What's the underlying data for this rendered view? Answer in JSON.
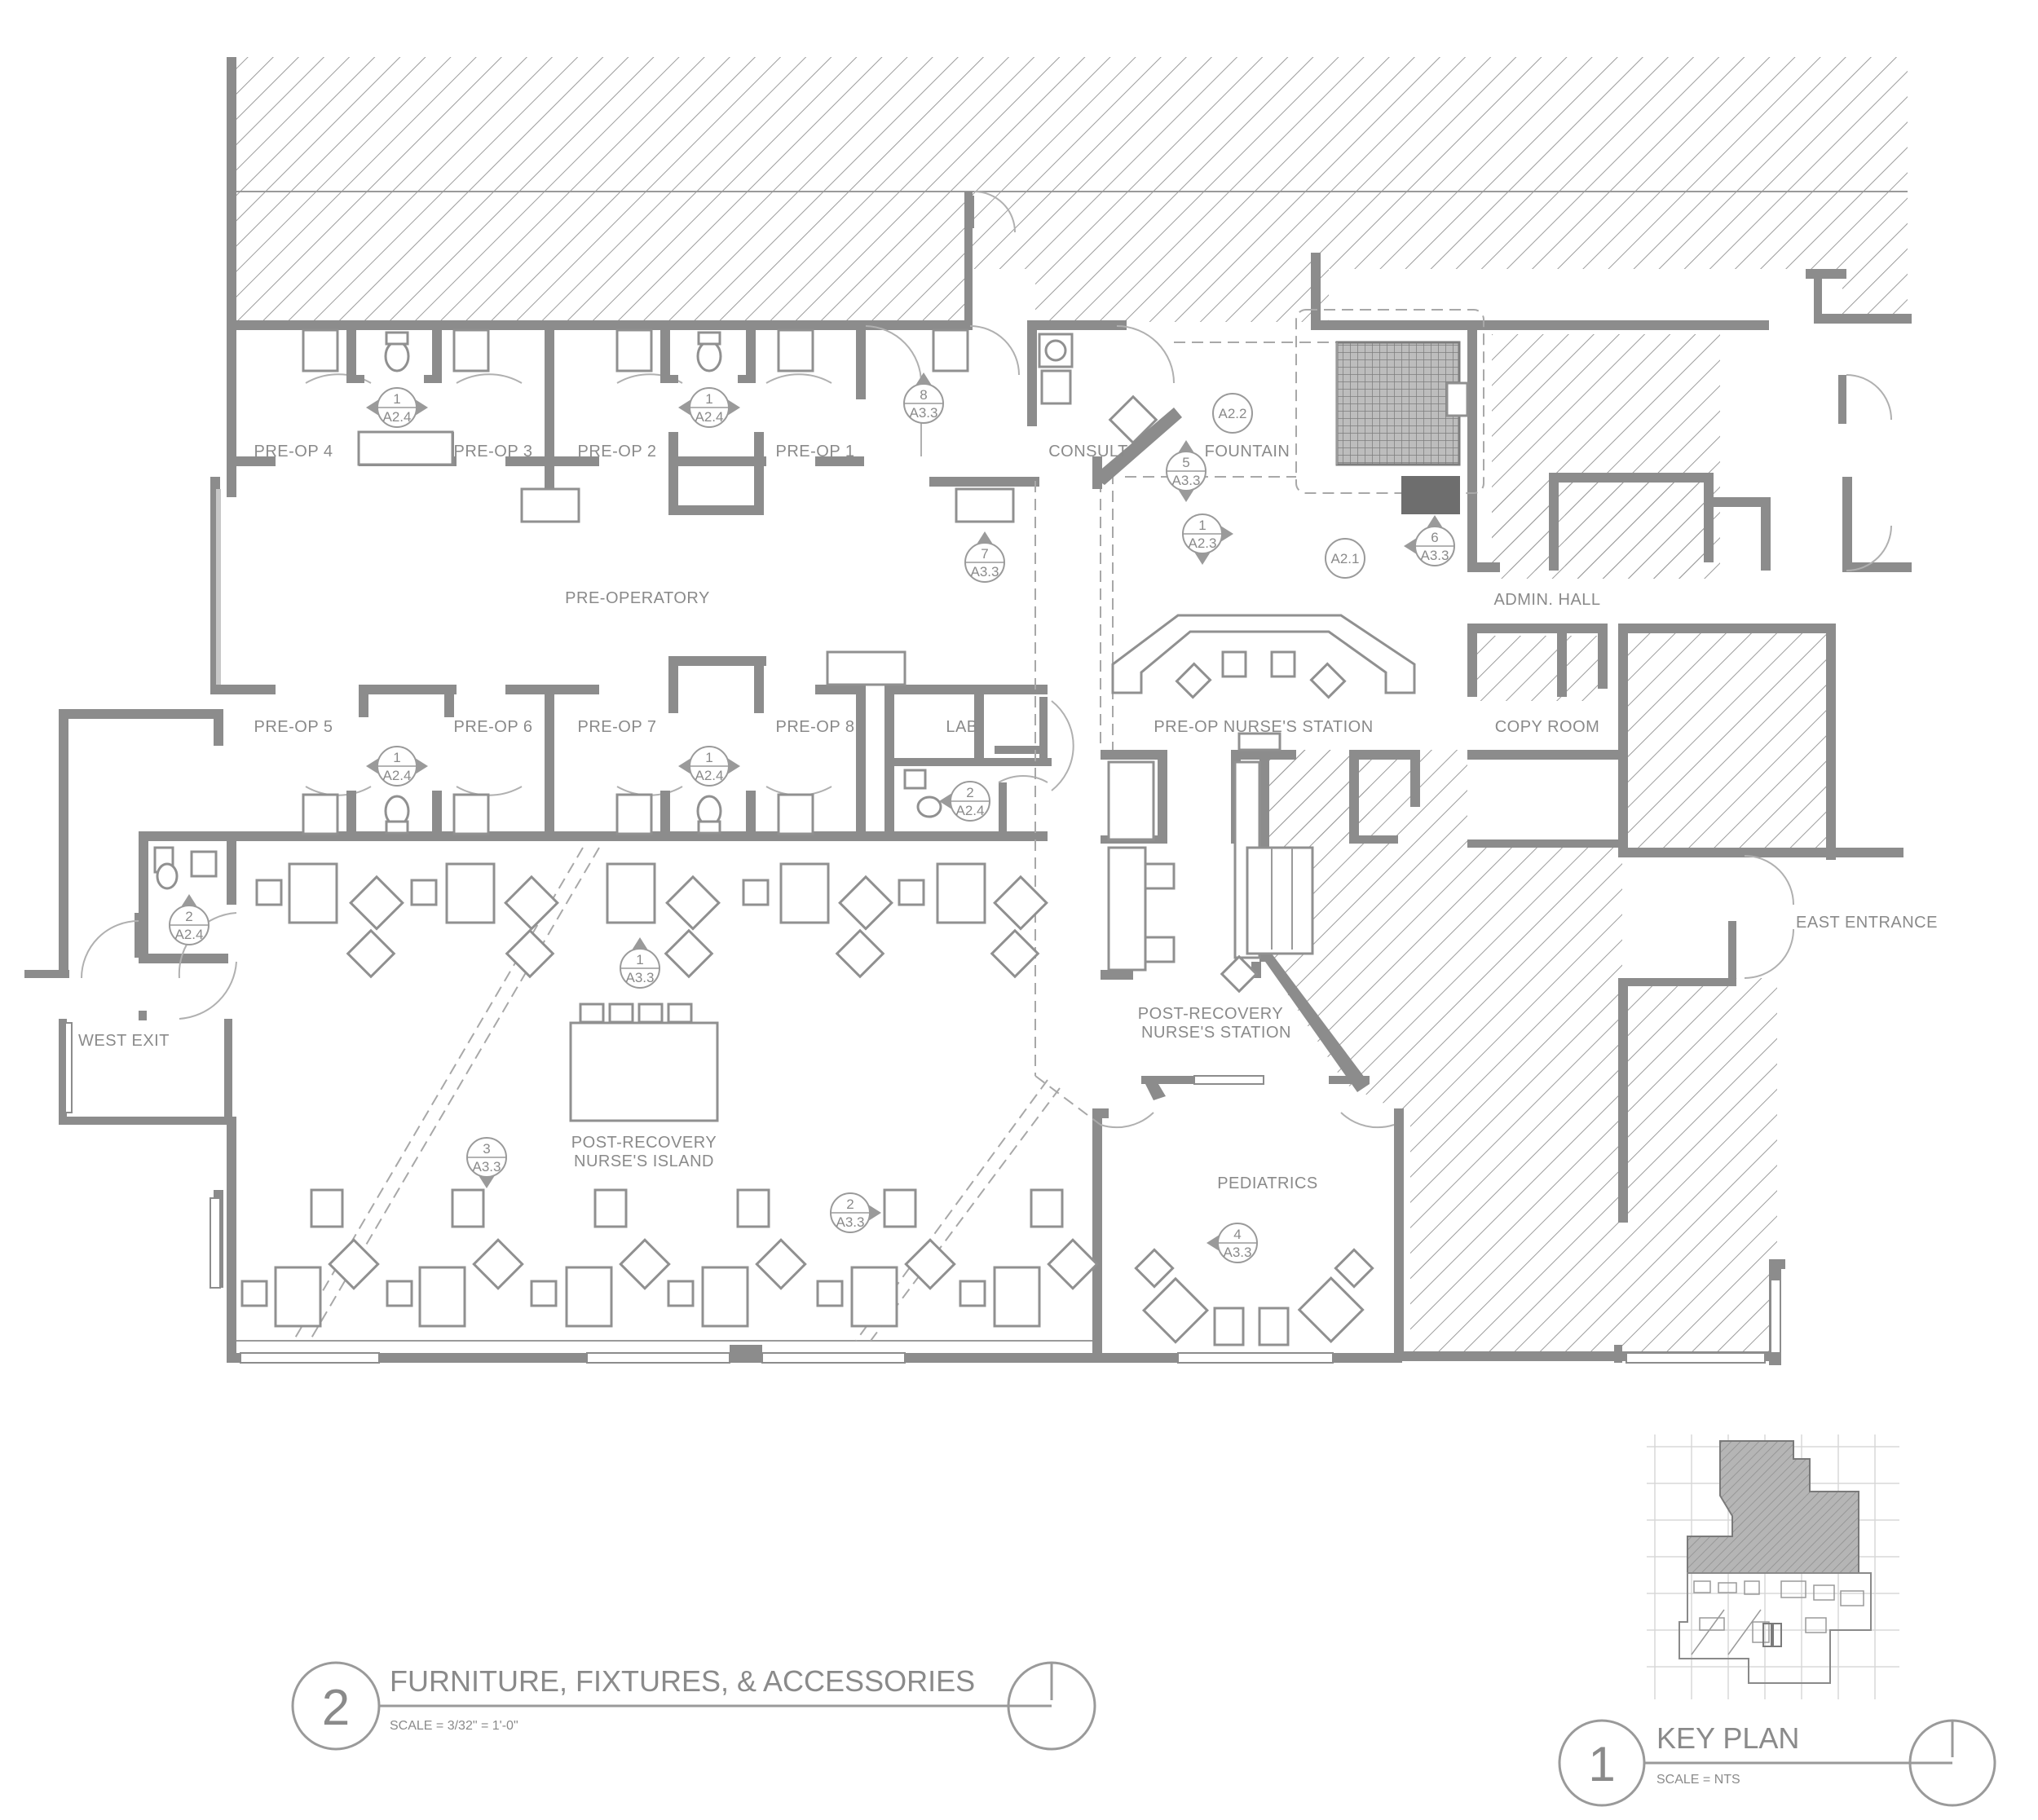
{
  "rooms": {
    "preop4": "PRE-OP 4",
    "preop3": "PRE-OP 3",
    "preop2": "PRE-OP 2",
    "preop1": "PRE-OP 1",
    "consult": "CONSULT",
    "fountain": "FOUNTAIN",
    "preoperatory": "PRE-OPERATORY",
    "admin_hall": "ADMIN. HALL",
    "preop5": "PRE-OP 5",
    "preop6": "PRE-OP 6",
    "preop7": "PRE-OP 7",
    "preop8": "PRE-OP 8",
    "lab": "LAB",
    "preop_nurse_station": "PRE-OP NURSE'S STATION",
    "copy_room": "COPY ROOM",
    "east_entrance": "EAST ENTRANCE",
    "west_exit": "WEST EXIT",
    "post_recovery_station_1": "POST-RECOVERY",
    "post_recovery_station_2": "NURSE'S STATION",
    "post_recovery_island_1": "POST-RECOVERY",
    "post_recovery_island_2": "NURSE'S ISLAND",
    "pediatrics": "PEDIATRICS"
  },
  "tags": [
    {
      "num": "1",
      "sheet": "A2.4"
    },
    {
      "num": "1",
      "sheet": "A2.4"
    },
    {
      "num": "8",
      "sheet": "A3.3"
    },
    {
      "num": "",
      "sheet": "A2.2"
    },
    {
      "num": "5",
      "sheet": "A3.3"
    },
    {
      "num": "1",
      "sheet": "A2.3"
    },
    {
      "num": "",
      "sheet": "A2.1"
    },
    {
      "num": "6",
      "sheet": "A3.3"
    },
    {
      "num": "7",
      "sheet": "A3.3"
    },
    {
      "num": "1",
      "sheet": "A2.4"
    },
    {
      "num": "1",
      "sheet": "A2.4"
    },
    {
      "num": "2",
      "sheet": "A2.4"
    },
    {
      "num": "2",
      "sheet": "A2.4"
    },
    {
      "num": "1",
      "sheet": "A3.3"
    },
    {
      "num": "3",
      "sheet": "A3.3"
    },
    {
      "num": "2",
      "sheet": "A3.3"
    },
    {
      "num": "4",
      "sheet": "A3.3"
    }
  ],
  "title_main": {
    "number": "2",
    "title": "FURNITURE, FIXTURES, & ACCESSORIES",
    "scale": "SCALE = 3/32\" = 1'-0\""
  },
  "title_key": {
    "number": "1",
    "title": "KEY PLAN",
    "scale": "SCALE = NTS"
  }
}
